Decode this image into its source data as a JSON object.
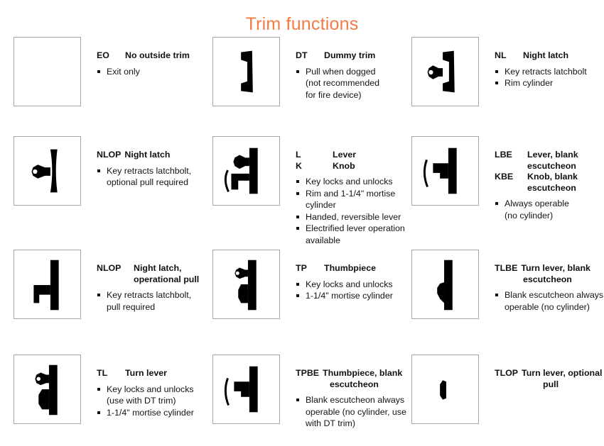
{
  "page": {
    "title": "Trim functions",
    "title_color": "#f47b45",
    "box_border_color": "#a6a6a6",
    "bullet_color": "#111111",
    "text_color": "#141414"
  },
  "items": [
    {
      "icon": "no-trim",
      "codes": [
        {
          "abbr": "EO",
          "name": "No outside trim"
        }
      ],
      "continuations": [],
      "bullets": [
        "Exit only"
      ]
    },
    {
      "icon": "dummy-pull",
      "codes": [
        {
          "abbr": "DT",
          "name": "Dummy trim"
        }
      ],
      "continuations": [],
      "bullets": [
        "Pull when dogged",
        "(not recommended",
        "for fire device)"
      ]
    },
    {
      "icon": "night-latch",
      "codes": [
        {
          "abbr": "NL",
          "name": "Night latch"
        }
      ],
      "continuations": [],
      "bullets": [
        "Key retracts latchbolt",
        "Rim cylinder"
      ]
    },
    {
      "icon": "night-latch-optional-pull",
      "codes": [
        {
          "abbr": "NLOP",
          "name": "Night latch"
        }
      ],
      "continuations": [],
      "bullets": [
        "Key retracts latchbolt,",
        "optional pull required"
      ]
    },
    {
      "icon": "lever",
      "codes": [
        {
          "abbr": "L",
          "name": "Lever"
        },
        {
          "abbr": "K",
          "name": "Knob"
        }
      ],
      "continuations": [],
      "bullets": [
        "Key locks and unlocks",
        "Rim and 1-1/4\" mortise",
        "cylinder",
        "Handed, reversible lever",
        "Electrified lever operation",
        "available"
      ]
    },
    {
      "icon": "lever-blank-escutcheon",
      "codes": [
        {
          "abbr": "LBE",
          "name": "Lever, blank"
        },
        {
          "abbr": "KBE",
          "name": "Knob, blank"
        }
      ],
      "continuations": [
        "escutcheon",
        "escutcheon"
      ],
      "bullets": [
        "Always operable",
        "(no cylinder)"
      ]
    },
    {
      "icon": "night-latch-operational-pull",
      "codes": [
        {
          "abbr": "NLOP",
          "name": "Night latch,"
        }
      ],
      "continuations": [
        "operational pull"
      ],
      "bullets": [
        "Key retracts latchbolt,",
        "pull required"
      ]
    },
    {
      "icon": "thumbpiece",
      "codes": [
        {
          "abbr": "TP",
          "name": "Thumbpiece"
        }
      ],
      "continuations": [],
      "bullets": [
        "Key locks and unlocks",
        "1-1/4\" mortise cylinder"
      ]
    },
    {
      "icon": "turn-lever-blank-escutcheon",
      "codes": [
        {
          "abbr": "TLBE",
          "name": "Turn lever, blank"
        }
      ],
      "continuations": [
        "escutcheon"
      ],
      "bullets": [
        "Blank escutcheon always",
        "operable (no cylinder)"
      ]
    },
    {
      "icon": "turn-lever",
      "codes": [
        {
          "abbr": "TL",
          "name": "Turn lever"
        }
      ],
      "continuations": [],
      "bullets": [
        "Key locks and unlocks",
        "(use with DT trim)",
        "1-1/4\" mortise cylinder"
      ]
    },
    {
      "icon": "thumbpiece-blank-escutcheon",
      "codes": [
        {
          "abbr": "TPBE",
          "name": "Thumbpiece, blank"
        }
      ],
      "continuations": [
        "escutcheon"
      ],
      "bullets": [
        "Blank escutcheon always",
        "operable (no cylinder, use",
        "with DT trim)"
      ]
    },
    {
      "icon": "turn-lever-optional-pull",
      "codes": [
        {
          "abbr": "TLOP",
          "name": "Turn lever, optional"
        }
      ],
      "continuations": [
        "pull"
      ],
      "bullets": []
    }
  ]
}
